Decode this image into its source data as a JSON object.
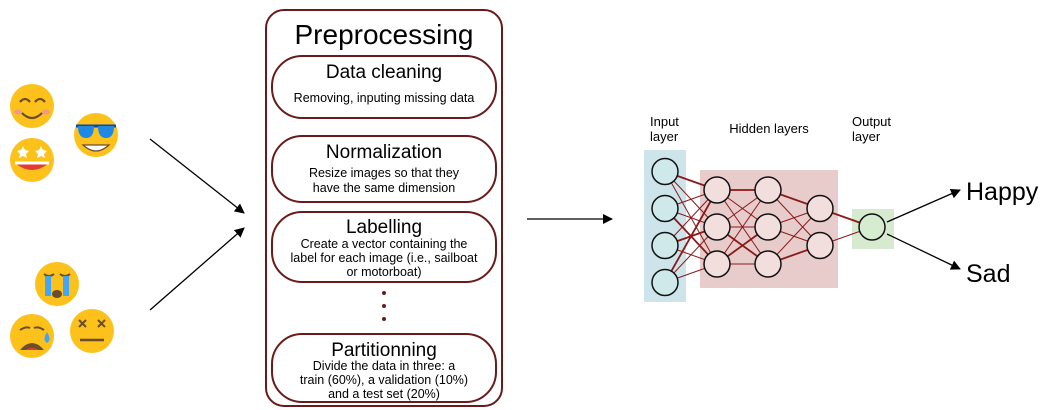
{
  "preprocessing": {
    "title": "Preprocessing",
    "dots": "⋮",
    "steps": [
      {
        "title": "Data cleaning",
        "lines": [
          "Removing, inputing missing data"
        ]
      },
      {
        "title": "Normalization",
        "lines": [
          "Resize images so that they",
          "have the same dimension"
        ]
      },
      {
        "title": "Labelling",
        "lines": [
          "Create a vector containing the",
          "label for each image (i.e., sailboat",
          "or motorboat)"
        ]
      },
      {
        "title": "Partitionning",
        "lines": [
          "Divide the data in three: a",
          "train (60%), a validation (10%)",
          "and a test set (20%)"
        ]
      }
    ]
  },
  "network": {
    "input_label": [
      "Input",
      "layer"
    ],
    "hidden_label": "Hidden layers",
    "output_label": [
      "Output",
      "layer"
    ],
    "layer_sizes": [
      4,
      3,
      3,
      2,
      1
    ]
  },
  "outputs": {
    "happy": "Happy",
    "sad": "Sad"
  },
  "emojis": {
    "happy": [
      "smiling-face-icon",
      "star-struck-face-icon",
      "sunglasses-face-icon"
    ],
    "sad": [
      "crying-face-icon",
      "sad-sweat-face-icon",
      "dizzy-face-icon"
    ]
  },
  "colors": {
    "box_border": "#6b1a1a",
    "emoji_yellow": "#fcc21b",
    "input_bg": "#cde5ea",
    "hidden_bg": "#e8cccc",
    "output_bg": "#d6ead0",
    "node_fill": "#cfe8e0",
    "edge": "#8b1a1a"
  }
}
